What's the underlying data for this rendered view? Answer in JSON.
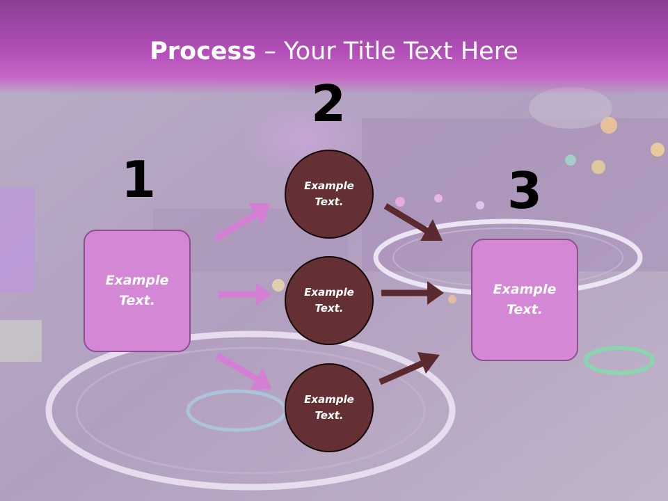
{
  "title": {
    "bold": "Process",
    "rest": " – Your Title Text Here"
  },
  "steps": {
    "one": "1",
    "two": "2",
    "three": "3"
  },
  "left_box": {
    "line1": "Example",
    "line2": "Text."
  },
  "right_box": {
    "line1": "Example",
    "line2": "Text."
  },
  "circles": [
    {
      "line1": "Example",
      "line2": "Text."
    },
    {
      "line1": "Example",
      "line2": "Text."
    },
    {
      "line1": "Example",
      "line2": "Text."
    }
  ],
  "colors": {
    "title_band": "#b24fb8",
    "box_fill": "#d487d4",
    "circle_fill": "#653034",
    "arrow_pink": "#d47fd3",
    "arrow_brown": "#5a2a2e"
  }
}
